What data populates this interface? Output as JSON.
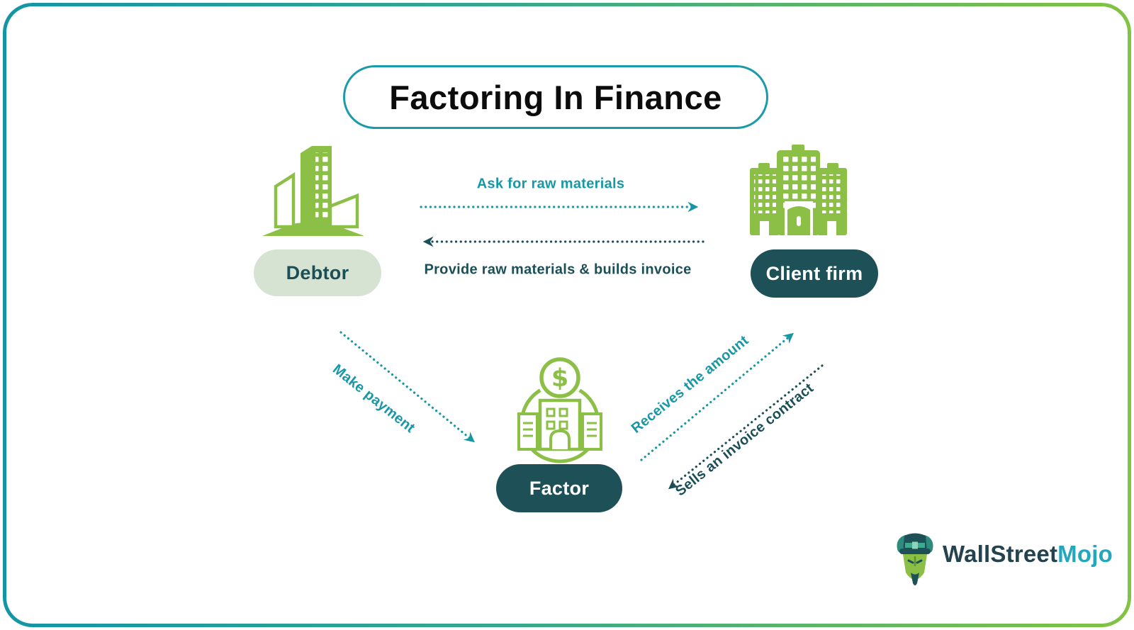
{
  "title": "Factoring In Finance",
  "nodes": {
    "debtor": {
      "label": "Debtor"
    },
    "client": {
      "label": "Client firm"
    },
    "factor": {
      "label": "Factor"
    }
  },
  "arrows": {
    "ask": {
      "label": "Ask for raw materials"
    },
    "provide": {
      "label": "Provide raw materials & builds invoice"
    },
    "make": {
      "label": "Make payment"
    },
    "receives": {
      "label": "Receives the amount"
    },
    "sells": {
      "label": "Sells an invoice contract"
    }
  },
  "icons": {
    "debtor_icon": "green-skyscrapers-icon",
    "client_icon": "green-corporate-towers-icon",
    "factor_icon": "bank-building-in-circle-icon",
    "factor_dollar": "$",
    "logo_icon": "bull-with-top-hat-mascot-icon"
  },
  "logo": {
    "text_primary": "WallStreet",
    "text_secondary": "Mojo"
  },
  "colors": {
    "teal": "#1596A3",
    "green": "#8CBF45",
    "dark_teal": "#1D5157",
    "light_pill": "#D7E3D2",
    "frame_gradient_start": "#1495A6",
    "frame_gradient_end": "#82C341",
    "logo_secondary": "#22A7BE"
  }
}
